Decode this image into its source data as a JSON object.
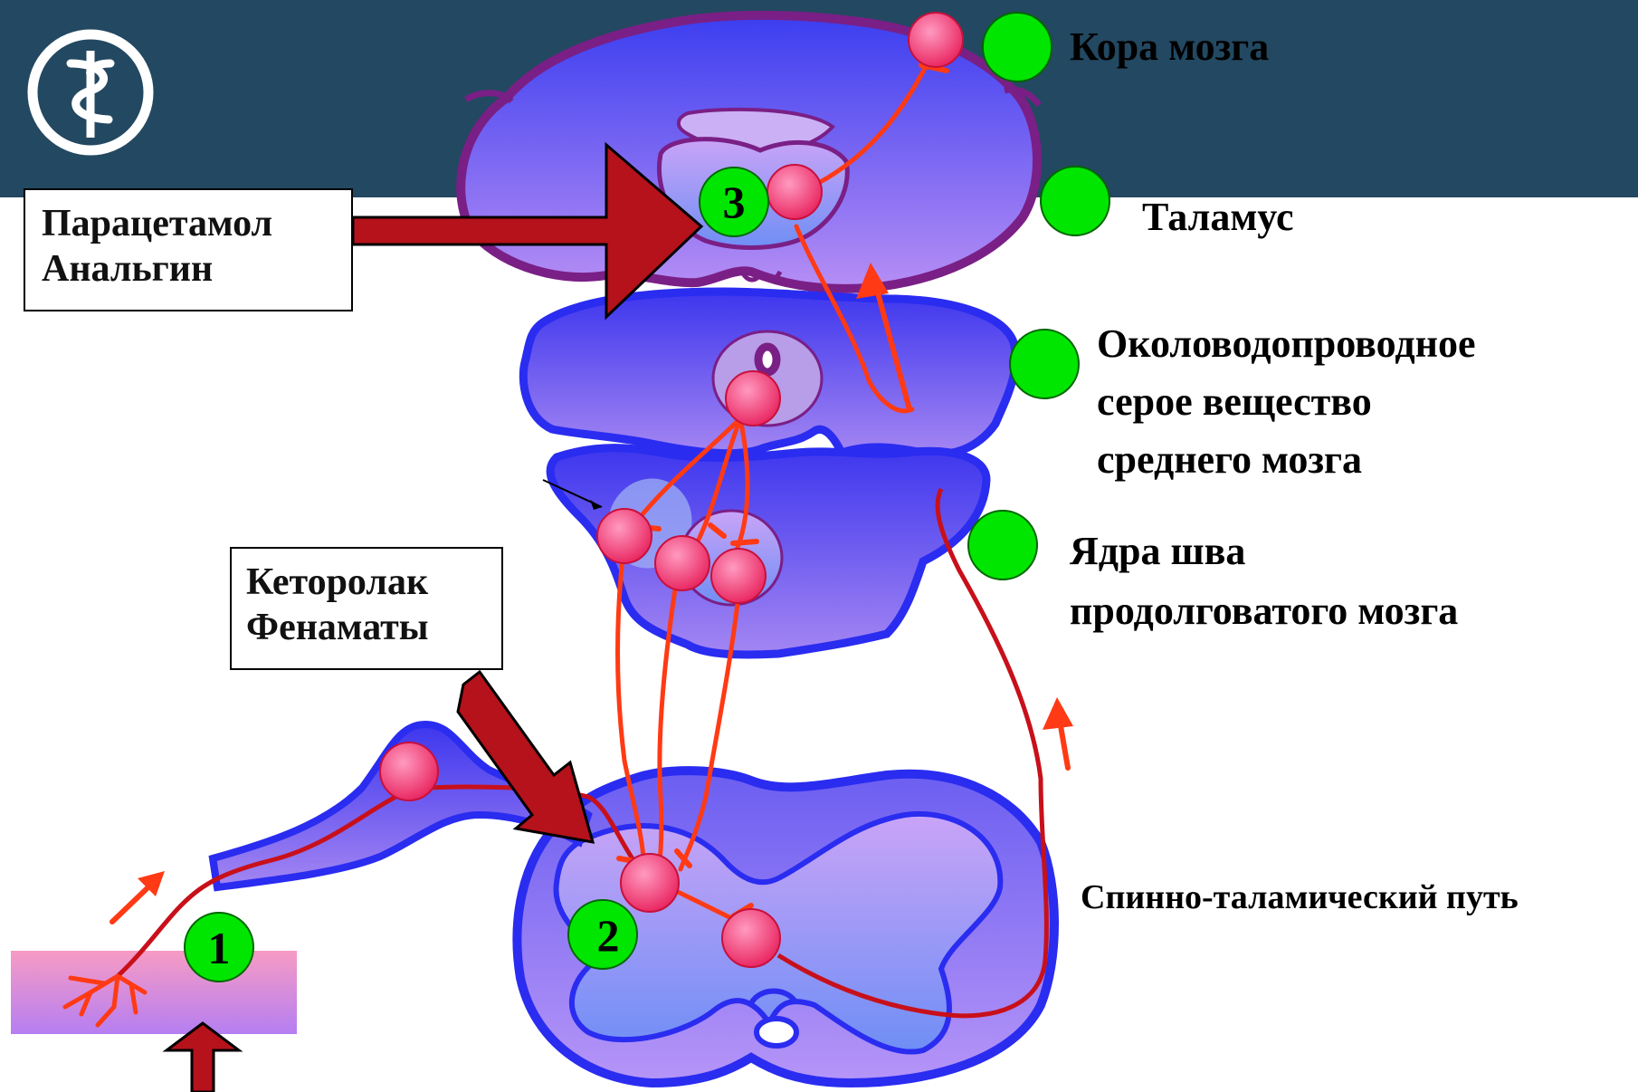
{
  "drug_boxes": {
    "top": {
      "line1": "Парацетамол",
      "line2": "Анальгин"
    },
    "middle": {
      "line1": "Кеторолак",
      "line2": "Фенаматы"
    }
  },
  "structure_labels": {
    "cortex": "Кора мозга",
    "thalamus": "Таламус",
    "pag": {
      "line1": "Околоводопроводное",
      "line2": "серое вещество",
      "line3": "среднего мозга"
    },
    "raphe": {
      "line1": "Ядра шва",
      "line2": "продолговатого мозга"
    },
    "spinothalamic": "Спинно-таламический путь"
  },
  "markers": {
    "m1": "1",
    "m2": "2",
    "m3": "3"
  },
  "colors": {
    "header": "#234861",
    "tissue_blue": "#2a2cf0",
    "thalamus_border": "#7a1f86",
    "neuron": "#f04a7c",
    "fiber": "#ff3a14",
    "tract": "#c8101a",
    "drug_arrow": "#b5121b",
    "marker_green": "#00e600"
  },
  "icons": [
    "medical-caduceus-icon"
  ]
}
